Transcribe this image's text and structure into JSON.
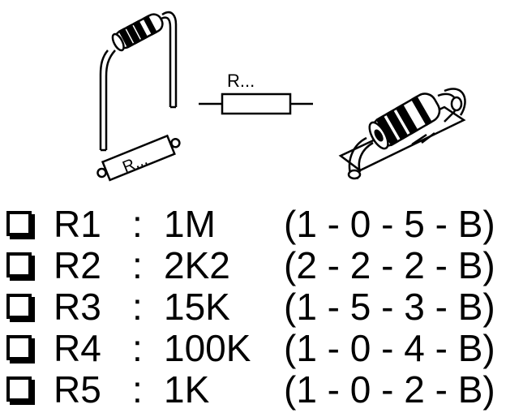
{
  "diagram": {
    "label_resistor_schematic": "R...",
    "label_resistor_board": "R..."
  },
  "list": {
    "separator": ":",
    "items": [
      {
        "name": "R1",
        "value": "1M",
        "code": "(1 - 0 - 5 - B)"
      },
      {
        "name": "R2",
        "value": "2K2",
        "code": "(2 - 2 - 2 - B)"
      },
      {
        "name": "R3",
        "value": "15K",
        "code": "(1 - 5 - 3 - B)"
      },
      {
        "name": "R4",
        "value": "100K",
        "code": "(1 - 0 - 4 - B)"
      },
      {
        "name": "R5",
        "value": "1K",
        "code": "(1 - 0 - 2 - B)"
      }
    ]
  }
}
